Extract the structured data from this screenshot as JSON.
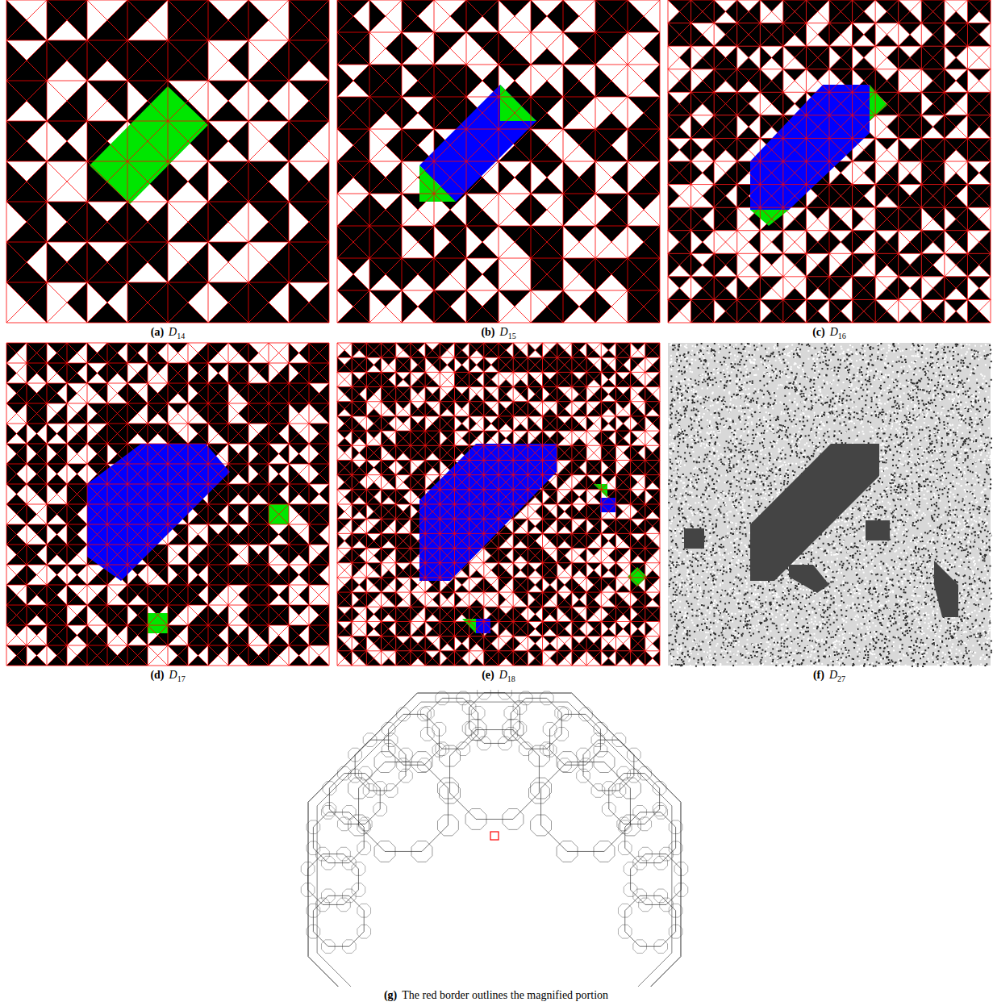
{
  "diagram": {
    "labels": [
      "(a)",
      "D",
      "14",
      "(b)",
      "D",
      "15",
      "(c)",
      "D",
      "16",
      "(d)",
      "D",
      "17",
      "(e)",
      "D",
      "18",
      "(f)",
      "D",
      "27",
      "(g)",
      "The red border outlines the magnified portion"
    ]
  }
}
